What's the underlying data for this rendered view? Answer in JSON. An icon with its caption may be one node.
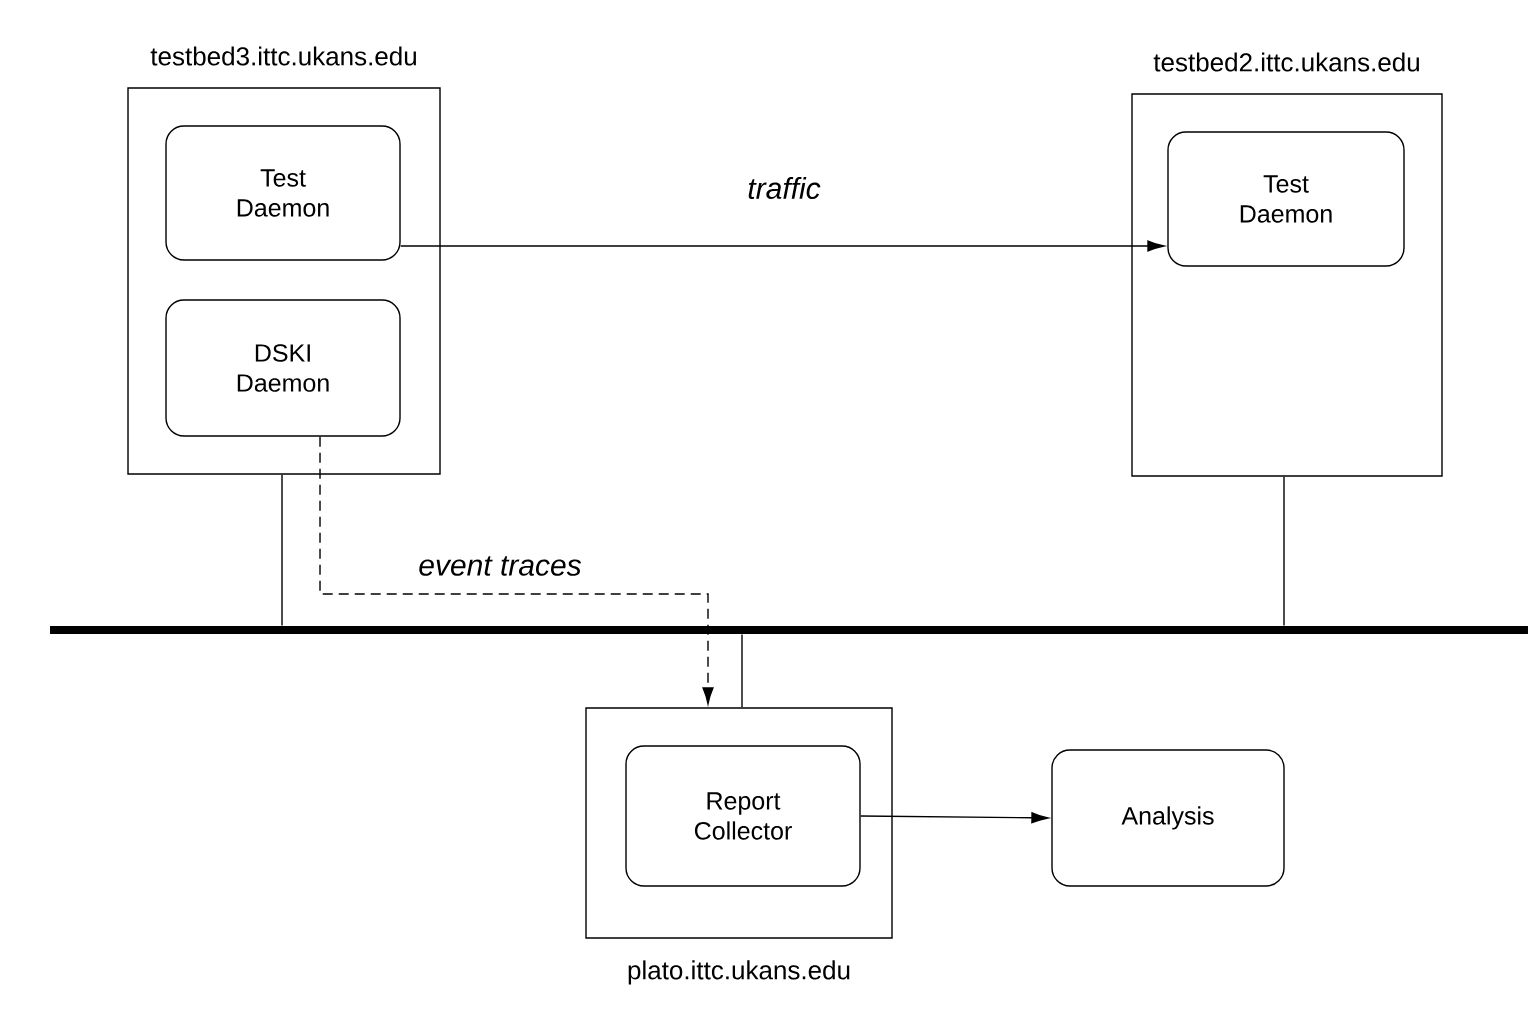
{
  "diagram": {
    "nodes": [
      {
        "text": [
          "testbed3.ittc.ukans.edu"
        ]
      },
      {
        "text": [
          "Test Daemon"
        ],
        "in": 0
      },
      {
        "text": [
          "DSKI Daemon"
        ],
        "in": 0
      },
      {
        "text": [
          "testbed2.ittc.ukans.edu"
        ]
      },
      {
        "text": [
          "Test Daemon"
        ],
        "in": 3
      },
      {
        "text": [],
        "shape": "bar"
      },
      {
        "text": [
          "plato.ittc.ukans.edu"
        ]
      },
      {
        "text": [
          "Report Collector"
        ],
        "in": 6
      },
      {
        "text": [
          "Analysis"
        ]
      }
    ],
    "edges": [
      {
        "from": 1,
        "to": 4,
        "arrow": "to",
        "label": "traffic"
      },
      {
        "from": 2,
        "to": 6,
        "arrow": "to",
        "label": "event traces",
        "style": "dashed"
      },
      {
        "from": 0,
        "to": 5,
        "arrow": "none"
      },
      {
        "from": 3,
        "to": 5,
        "arrow": "none"
      },
      {
        "from": 6,
        "to": 5,
        "arrow": "none"
      },
      {
        "from": 7,
        "to": 8,
        "arrow": "to"
      }
    ]
  }
}
